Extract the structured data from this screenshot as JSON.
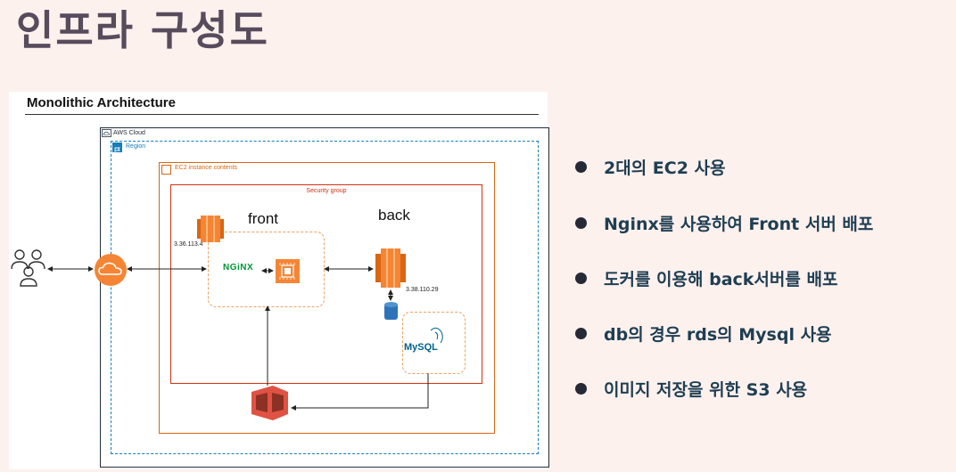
{
  "slide": {
    "title": "인프라 구성도"
  },
  "diagram": {
    "heading": "Monolithic Architecture",
    "aws_cloud_label": "AWS Cloud",
    "region_label": "Region",
    "ec2_group_label": "EC2 instance contents",
    "security_group_label": "Security group",
    "front_label": "front",
    "back_label": "back",
    "front_ip": "3.36.113.4",
    "back_ip": "3.38.110.29",
    "nginx_logo_text": "NGiNX",
    "mysql_logo_text": "MySQL",
    "icons": [
      "users-icon",
      "internet-gateway-icon",
      "ec2-instance-icon",
      "chip-icon",
      "ebs-volume-icon",
      "mysql-logo",
      "s3-bucket-icon",
      "aws-cloud-icon",
      "region-flag-icon"
    ],
    "colors": {
      "aws_orange": "#f58534",
      "aws_cloud_border": "#232f3e",
      "region_blue": "#147eba",
      "ec2_orange": "#d86613",
      "security_red": "#d13212",
      "s3_red": "#e05243",
      "ebs_blue": "#2e73b8"
    }
  },
  "bullets": [
    {
      "text": "2대의 EC2 사용"
    },
    {
      "text": "Nginx를 사용하여 Front 서버 배포"
    },
    {
      "text": "도커를 이용해 back서버를 배포"
    },
    {
      "text": "db의 경우 rds의 Mysql 사용"
    },
    {
      "text": "이미지 저장을 위한 S3 사용"
    }
  ],
  "colors": {
    "background": "#fdf1ee",
    "title": "#574b5c",
    "bullet_text": "#1f3e52"
  }
}
